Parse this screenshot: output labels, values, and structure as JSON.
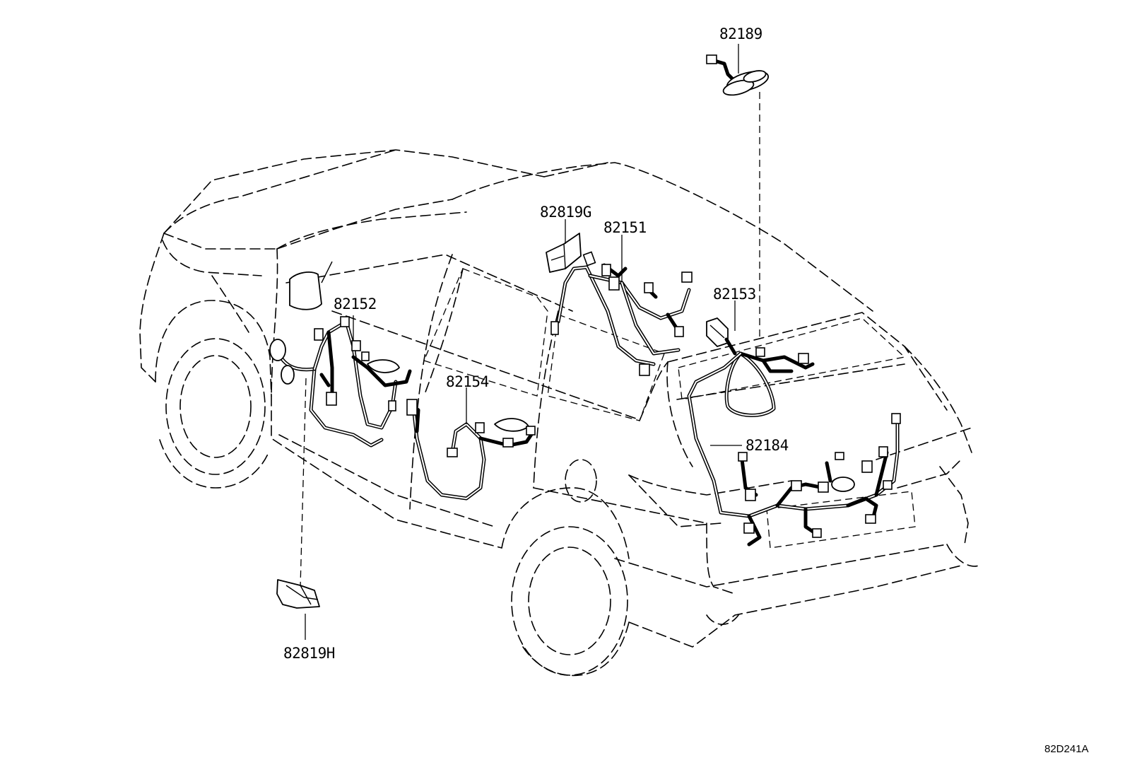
{
  "diagram_code": "82D241A",
  "callouts": {
    "p82189": "82189",
    "p82819G": "82819G",
    "p82151": "82151",
    "p82152": "82152",
    "p82153": "82153",
    "p82154": "82154",
    "p82184": "82184",
    "p82819H": "82819H"
  }
}
